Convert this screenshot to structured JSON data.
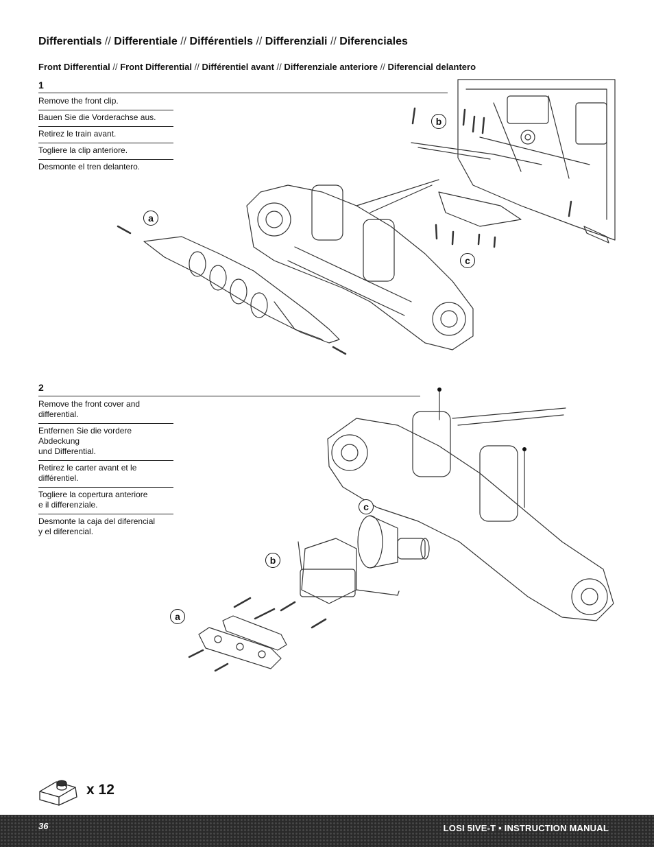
{
  "header": {
    "title_parts": [
      "Differentials",
      "Differentiale",
      "Différentiels",
      "Differenziali",
      "Diferenciales"
    ],
    "separator": "//",
    "subtitle_parts": [
      "Front Differential",
      "Front Differential",
      "Différentiel avant",
      "Differenziale anteriore",
      "Diferencial delantero"
    ]
  },
  "step1": {
    "number": "1",
    "instructions": [
      "Remove the front clip.",
      "Bauen Sie die Vorderachse aus.",
      "Retirez le train avant.",
      "Togliere la clip anteriore.",
      "Desmonte el tren delantero."
    ],
    "callouts": {
      "a": "a",
      "b": "b",
      "c": "c"
    }
  },
  "step2": {
    "number": "2",
    "instructions": [
      "Remove the front cover and differential.",
      "Entfernen Sie die vordere Abdeckung\nund Differential.",
      "Retirez le carter avant et le différentiel.",
      "Togliere la copertura anteriore\ne il differenziale.",
      "Desmonte la caja del diferencial\ny el diferencial."
    ],
    "callouts": {
      "a": "a",
      "b": "b",
      "c": "c"
    }
  },
  "parts_count": {
    "label": "x 12",
    "icon": "clip-part-icon"
  },
  "footer": {
    "page_number": "36",
    "manual_title": "LOSI 5IVE-T • INSTRUCTION MANUAL"
  }
}
